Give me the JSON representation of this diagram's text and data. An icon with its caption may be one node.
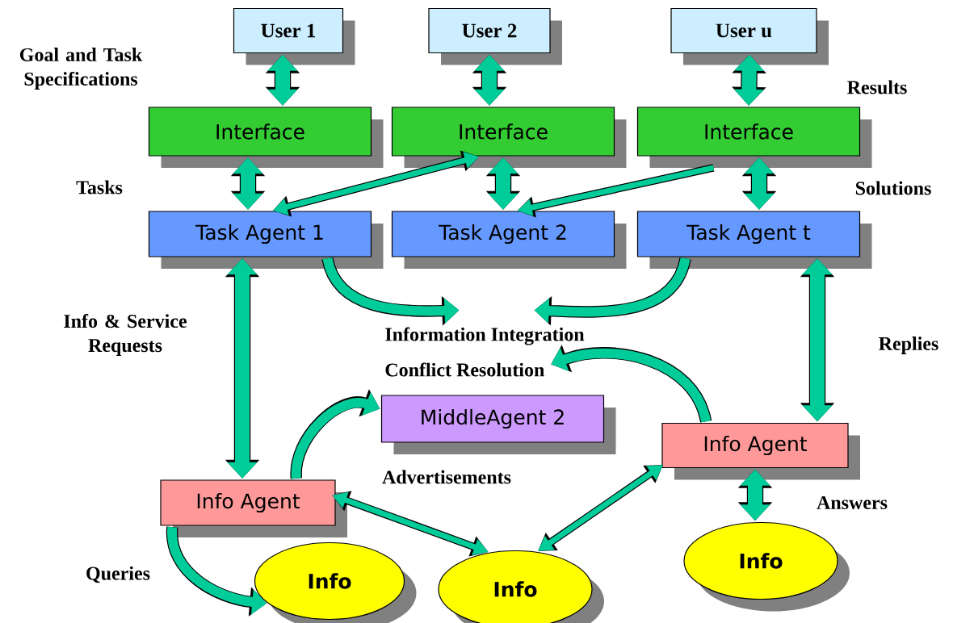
{
  "diagram": {
    "nodes": [
      {
        "text": [
          "User 1"
        ]
      },
      {
        "text": [
          "User 2"
        ]
      },
      {
        "text": [
          "User u"
        ]
      },
      {
        "text": [
          "Interface"
        ]
      },
      {
        "text": [
          "Interface"
        ]
      },
      {
        "text": [
          "Interface"
        ]
      },
      {
        "text": [
          "Task Agent 1"
        ]
      },
      {
        "text": [
          "Task Agent 2"
        ]
      },
      {
        "text": [
          "Task Agent t"
        ]
      },
      {
        "text": [
          "Information Integration",
          "Conflict Resolution"
        ]
      },
      {
        "text": [
          "MiddleAgent 2"
        ]
      },
      {
        "text": [
          "Info Agent"
        ]
      },
      {
        "text": [
          "Info Agent"
        ]
      },
      {
        "text": [
          "Info"
        ]
      },
      {
        "text": [
          "Info"
        ]
      },
      {
        "text": [
          "Info"
        ]
      }
    ],
    "edges": [
      {
        "from": 0,
        "to": 3,
        "arrow": "both"
      },
      {
        "from": 1,
        "to": 4,
        "arrow": "both"
      },
      {
        "from": 2,
        "to": 5,
        "arrow": "both"
      },
      {
        "from": 3,
        "to": 6,
        "arrow": "both"
      },
      {
        "from": 4,
        "to": 7,
        "arrow": "both"
      },
      {
        "from": 5,
        "to": 8,
        "arrow": "both"
      },
      {
        "from": 4,
        "to": 6,
        "arrow": "both"
      },
      {
        "from": 5,
        "to": 7,
        "arrow": "to"
      },
      {
        "from": 6,
        "to": 9,
        "arrow": "to"
      },
      {
        "from": 8,
        "to": 9,
        "arrow": "to"
      },
      {
        "from": 6,
        "to": 12,
        "arrow": "both"
      },
      {
        "from": 8,
        "to": 11,
        "arrow": "both"
      },
      {
        "from": 11,
        "to": 9,
        "arrow": "to"
      },
      {
        "from": 12,
        "to": 10,
        "arrow": "to"
      },
      {
        "from": 12,
        "to": 13,
        "arrow": "to"
      },
      {
        "from": 12,
        "to": 14,
        "arrow": "both"
      },
      {
        "from": 11,
        "to": 14,
        "arrow": "both"
      },
      {
        "from": 11,
        "to": 15,
        "arrow": "both"
      }
    ],
    "labels": [
      "Goal and Task Specifications",
      "Results",
      "Tasks",
      "Solutions",
      "Info & Service Requests",
      "Replies",
      "Advertisements",
      "Answers",
      "Queries"
    ]
  }
}
